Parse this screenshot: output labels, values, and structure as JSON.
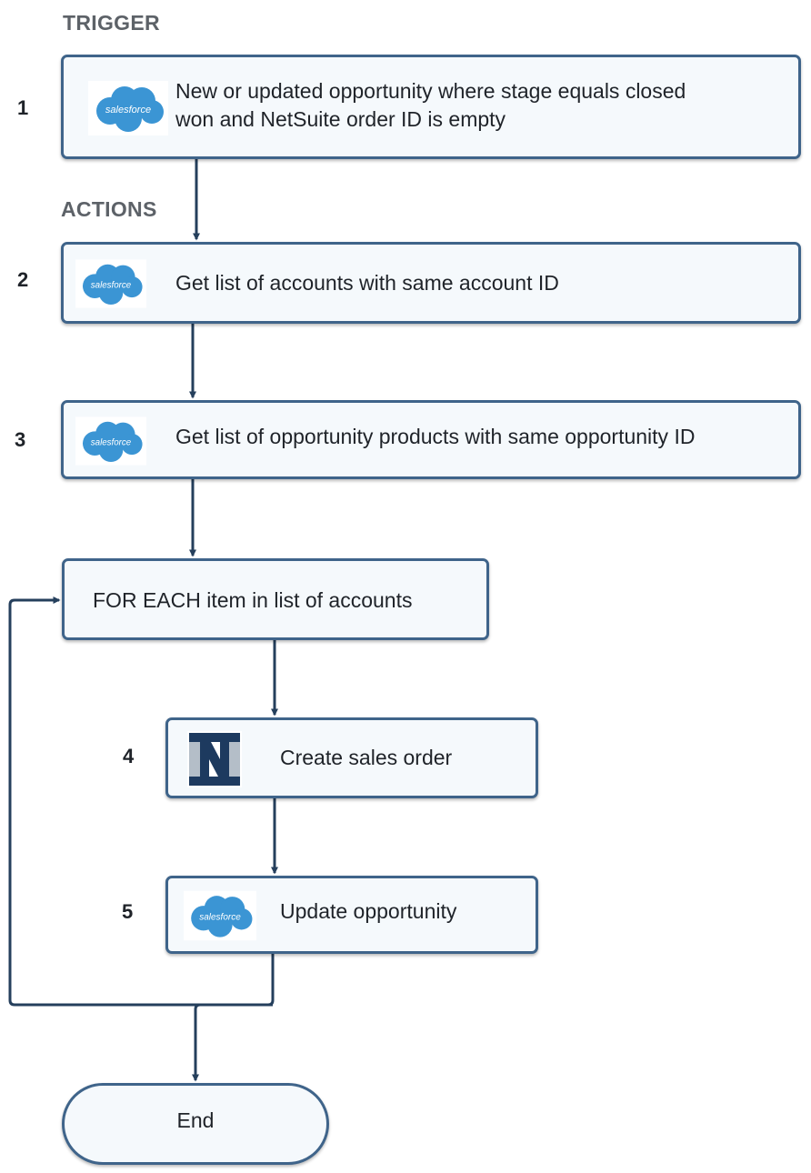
{
  "labels": {
    "trigger": "TRIGGER",
    "actions": "ACTIONS"
  },
  "steps": [
    {
      "number": "1",
      "text_line1": "New or updated opportunity where stage equals closed",
      "text_line2": "won and NetSuite order ID is empty",
      "logo": "salesforce-logo",
      "logo_text": "salesforce"
    },
    {
      "number": "2",
      "text": "Get list of accounts with same account ID",
      "logo": "salesforce-logo",
      "logo_text": "salesforce"
    },
    {
      "number": "3",
      "text": "Get list of opportunity products with same opportunity ID",
      "logo": "salesforce-logo",
      "logo_text": "salesforce"
    },
    {
      "number": "4",
      "text": "Create sales order",
      "logo": "netsuite-logo"
    },
    {
      "number": "5",
      "text": "Update opportunity",
      "logo": "salesforce-logo",
      "logo_text": "salesforce"
    }
  ],
  "loop": {
    "text": "FOR EACH item in list of accounts"
  },
  "end": {
    "text": "End"
  },
  "colors": {
    "node_border": "#3f648a",
    "node_fill": "#f5f9fc",
    "connector": "#253f5c",
    "label_gray": "#5d6268",
    "salesforce_blue": "#3b95d4",
    "netsuite_navy": "#1d3a5f",
    "netsuite_gray": "#b4bec8"
  }
}
